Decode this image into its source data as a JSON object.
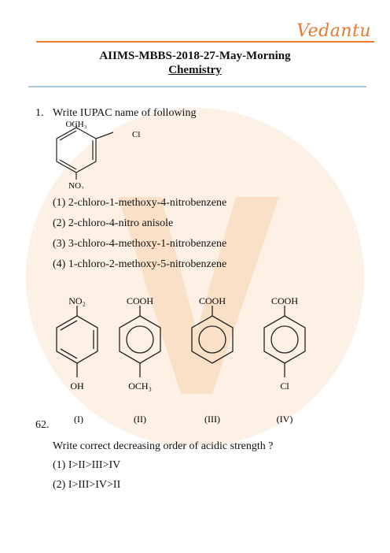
{
  "header": {
    "logo": "Vedantu",
    "title": "AIIMS-MBBS-2018-27-May-Morning",
    "subject": "Chemistry"
  },
  "q1": {
    "number": "1.",
    "text": "Write IUPAC name of following",
    "structure_labels": {
      "top": "OCH₃",
      "right": "Cl",
      "bottom": "NO₂"
    },
    "options": [
      "(1) 2-chloro-1-methoxy-4-nitrobenzene",
      "(2) 2-chloro-4-nitro anisole",
      "(3) 3-chloro-4-methoxy-1-nitrobenzene",
      "(4) 1-chloro-2-methoxy-5-nitrobenzene"
    ]
  },
  "q62": {
    "number": "62.",
    "compounds": [
      {
        "top": "NO₂",
        "bottom": "OH",
        "roman": "(I)"
      },
      {
        "top": "COOH",
        "bottom": "OCH₃",
        "roman": "(II)"
      },
      {
        "top": "COOH",
        "bottom": "",
        "roman": "(III)"
      },
      {
        "top": "COOH",
        "bottom": "Cl",
        "roman": "(IV)"
      }
    ],
    "text": "Write correct decreasing order of acidic strength ?",
    "options": [
      "(1) I>II>III>IV",
      "(2) I>III>IV>II"
    ]
  },
  "colors": {
    "accent": "#e8792f",
    "rule": "#a8c8e6",
    "watermark": "#fbe3cf"
  }
}
